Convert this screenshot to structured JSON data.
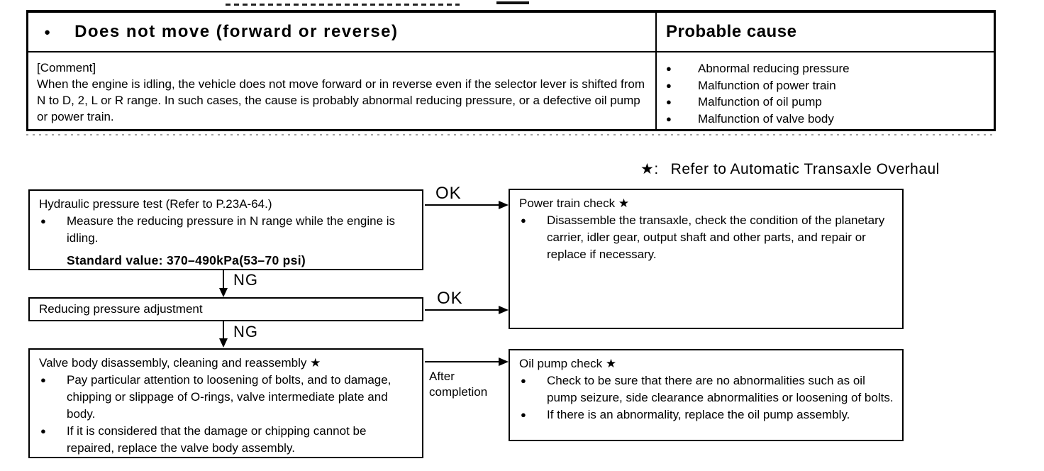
{
  "glyphs": {
    "bullet": "●"
  },
  "symptom_table": {
    "symptom": "Does not move (forward or reverse)",
    "cause_title": "Probable cause",
    "comment_label": "[Comment]",
    "comment_text": "When the engine is idling, the vehicle does not move forward or in reverse even if the selector lever is shifted from N to D, 2, L or R range.  In such cases, the cause is probably abnormal reducing pressure, or a defective oil pump or power train.",
    "causes": [
      "Abnormal reducing pressure",
      "Malfunction of power train",
      "Malfunction of oil pump",
      "Malfunction of valve body"
    ]
  },
  "note": {
    "symbol": "★:",
    "text": "Refer to Automatic Transaxle Overhaul"
  },
  "flowchart": {
    "boxes": {
      "hydraulic_test": {
        "title": "Hydraulic pressure test (Refer to P.23A-64.)",
        "bullets": [
          "Measure the reducing pressure in N range while the engine is idling."
        ],
        "standard_value": "Standard value: 370–490kPa(53–70 psi)"
      },
      "power_train_check": {
        "title": "Power train check ★",
        "bullets": [
          "Disassemble the transaxle, check the condition of the planetary carrier, idler gear, output shaft and other parts, and repair or replace if necessary."
        ]
      },
      "reducing_adjustment": {
        "title": "Reducing pressure adjustment"
      },
      "valve_body": {
        "title": "Valve body disassembly, cleaning and reassembly ★",
        "bullets": [
          "Pay particular attention to loosening of bolts, and to damage, chipping or slippage of O-rings, valve intermediate plate and body.",
          "If it is considered that the damage or chipping cannot be repaired, replace the valve body assembly."
        ]
      },
      "oil_pump_check": {
        "title": "Oil pump check ★",
        "bullets": [
          "Check to be sure that there are no abnormalities such as oil pump seizure, side clearance abnormalities or loosening of bolts.",
          "If there is an abnormality, replace the oil pump assembly."
        ]
      }
    },
    "connectors": {
      "ok_1": "OK",
      "ng_1": "NG",
      "ok_2": "OK",
      "ng_2": "NG",
      "after_completion": "After completion"
    }
  }
}
